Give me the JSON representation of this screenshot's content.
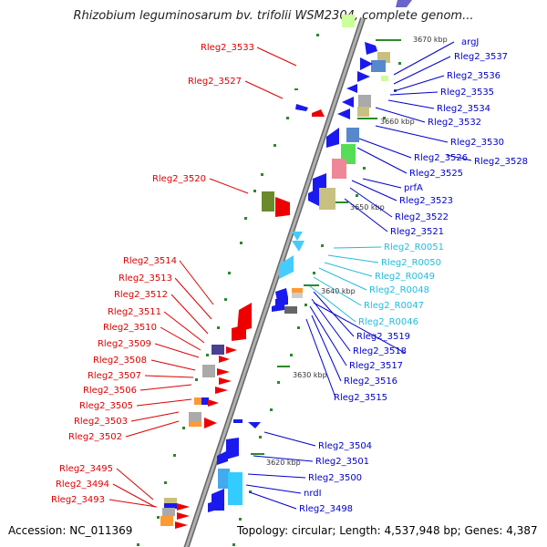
{
  "title": "Rhizobium leguminosarum bv. trifolii WSM2304, complete genom...",
  "accession_text": "Accession: NC_011369",
  "topology_text": "Topology: circular; Length: 4,537,948 bp; Genes: 4,387",
  "colors": {
    "left_labels": "#dd0000",
    "right_labels": "#0000cc",
    "rna_labels": "#22bbdd",
    "backbone": "#999999",
    "ticks": "#2a8a2a"
  },
  "kbp_marks": [
    "3670 kbp",
    "3660 kbp",
    "3650 kbp",
    "3640 kbp",
    "3630 kbp",
    "3620 kbp"
  ],
  "left_labels": [
    "Rleg2_3533",
    "Rleg2_3527",
    "Rleg2_3520",
    "Rleg2_3514",
    "Rleg2_3513",
    "Rleg2_3512",
    "Rleg2_3511",
    "Rleg2_3510",
    "Rleg2_3509",
    "Rleg2_3508",
    "Rleg2_3507",
    "Rleg2_3506",
    "Rleg2_3505",
    "Rleg2_3503",
    "Rleg2_3502",
    "Rleg2_3495",
    "Rleg2_3494",
    "Rleg2_3493"
  ],
  "right_labels": [
    "argJ",
    "Rleg2_3537",
    "Rleg2_3536",
    "Rleg2_3535",
    "Rleg2_3534",
    "Rleg2_3532",
    "Rleg2_3530",
    "Rleg2_3526",
    "Rleg2_3528",
    "Rleg2_3525",
    "prfA",
    "Rleg2_3523",
    "Rleg2_3522",
    "Rleg2_3521",
    "Rleg2_R0051",
    "Rleg2_R0050",
    "Rleg2_R0049",
    "Rleg2_R0048",
    "Rleg2_R0047",
    "Rleg2_R0046",
    "Rleg2_3519",
    "Rleg2_3518",
    "Rleg2_3517",
    "Rleg2_3516",
    "Rleg2_3515",
    "Rleg2_3504",
    "Rleg2_3501",
    "Rleg2_3500",
    "nrdI",
    "Rleg2_3498"
  ]
}
